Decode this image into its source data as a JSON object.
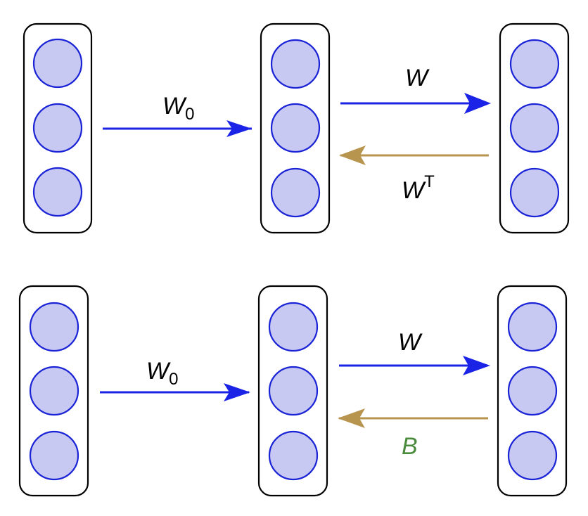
{
  "colors": {
    "panel_stroke": "#000000",
    "neuron_fill": "#c8c9f2",
    "neuron_stroke": "#1a23d6",
    "forward_arrow": "#1a23e6",
    "backward_arrow": "#b8954f",
    "label_text": "#000000",
    "feedback_label_green": "#4a8a3c"
  },
  "diagrams": [
    {
      "name": "backprop",
      "layers": [
        {
          "neurons": 3
        },
        {
          "neurons": 3
        },
        {
          "neurons": 3
        }
      ],
      "connections": [
        {
          "direction": "forward",
          "from": 0,
          "to": 1,
          "label": "W",
          "subscript": "0",
          "superscript": ""
        },
        {
          "direction": "forward",
          "from": 1,
          "to": 2,
          "label": "W",
          "subscript": "",
          "superscript": ""
        },
        {
          "direction": "backward",
          "from": 2,
          "to": 1,
          "label": "W",
          "subscript": "",
          "superscript": "T"
        }
      ]
    },
    {
      "name": "feedback-alignment",
      "layers": [
        {
          "neurons": 3
        },
        {
          "neurons": 3
        },
        {
          "neurons": 3
        }
      ],
      "connections": [
        {
          "direction": "forward",
          "from": 0,
          "to": 1,
          "label": "W",
          "subscript": "0",
          "superscript": ""
        },
        {
          "direction": "forward",
          "from": 1,
          "to": 2,
          "label": "W",
          "subscript": "",
          "superscript": ""
        },
        {
          "direction": "backward",
          "from": 2,
          "to": 1,
          "label": "B",
          "subscript": "",
          "superscript": ""
        }
      ]
    }
  ]
}
